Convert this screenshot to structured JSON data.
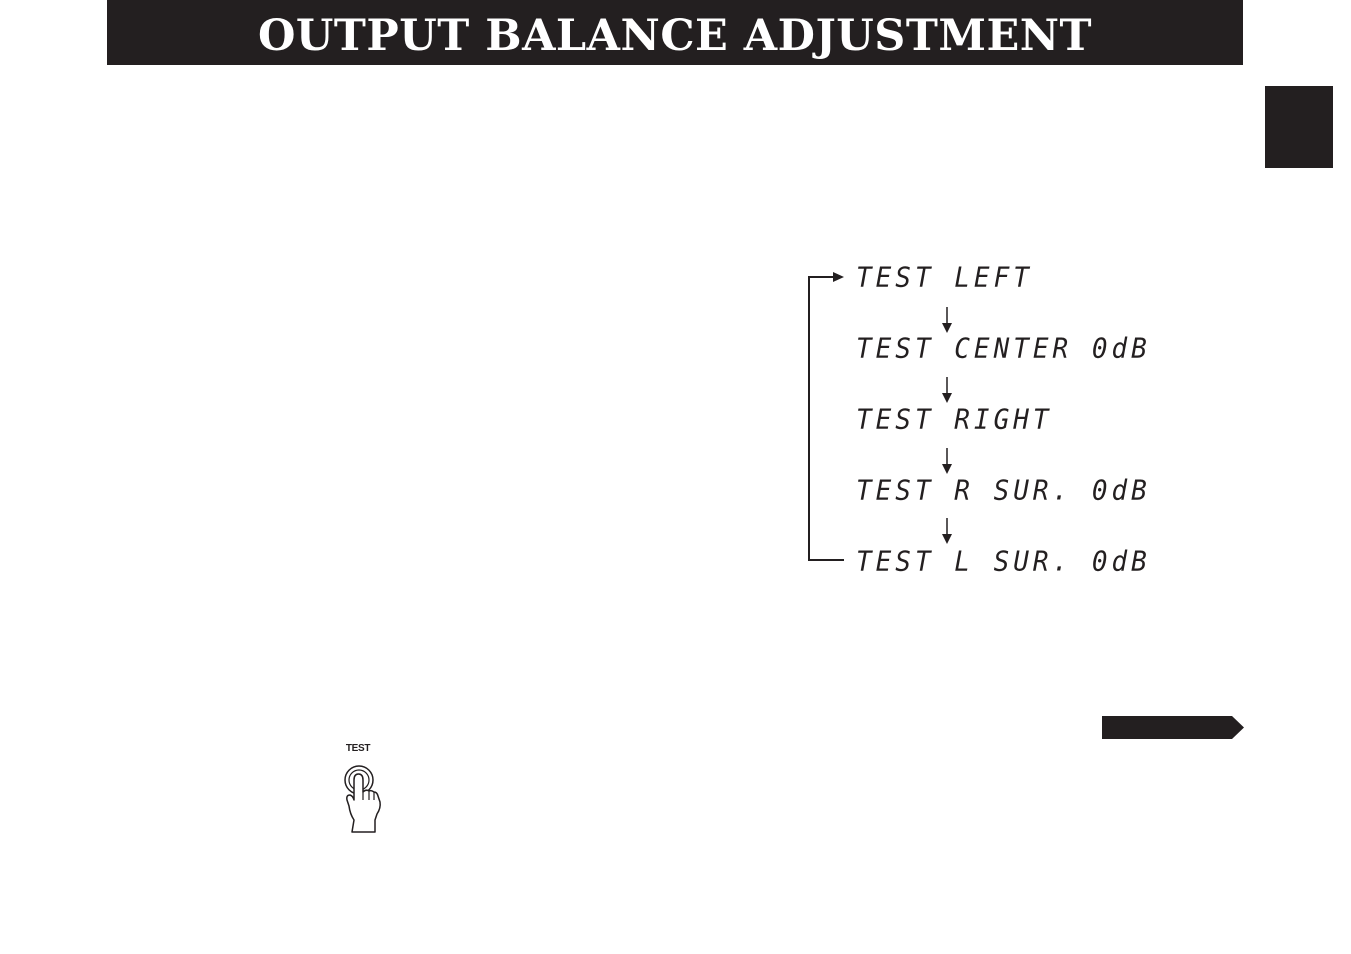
{
  "header": {
    "title": "OUTPUT BALANCE ADJUSTMENT"
  },
  "display_flow": {
    "steps": [
      "TEST LEFT",
      "TEST CENTER 0dB",
      "TEST RIGHT",
      "TEST R SUR. 0dB",
      "TEST L SUR. 0dB"
    ]
  },
  "remote": {
    "test_label": "TEST"
  },
  "colors": {
    "ink": "#231f20",
    "background": "#ffffff"
  }
}
